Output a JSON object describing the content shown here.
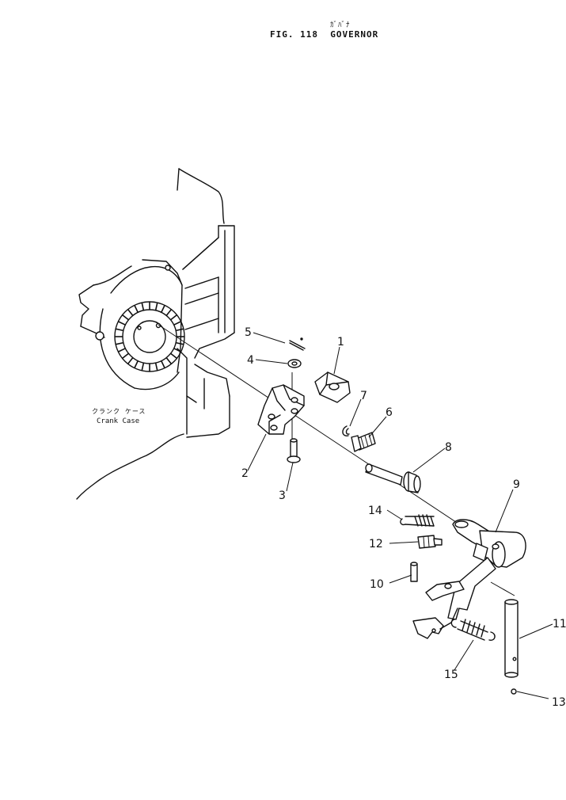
{
  "header": {
    "kana": "ｶﾞﾊﾞﾅ",
    "figure": "FIG. 118",
    "title": "GOVERNOR"
  },
  "crank_case": {
    "label_jp": "クランク ケース",
    "label_en": "Crank Case"
  },
  "callouts": [
    "1",
    "2",
    "3",
    "4",
    "5",
    "6",
    "7",
    "8",
    "9",
    "10",
    "11",
    "12",
    "13",
    "14",
    "15"
  ]
}
